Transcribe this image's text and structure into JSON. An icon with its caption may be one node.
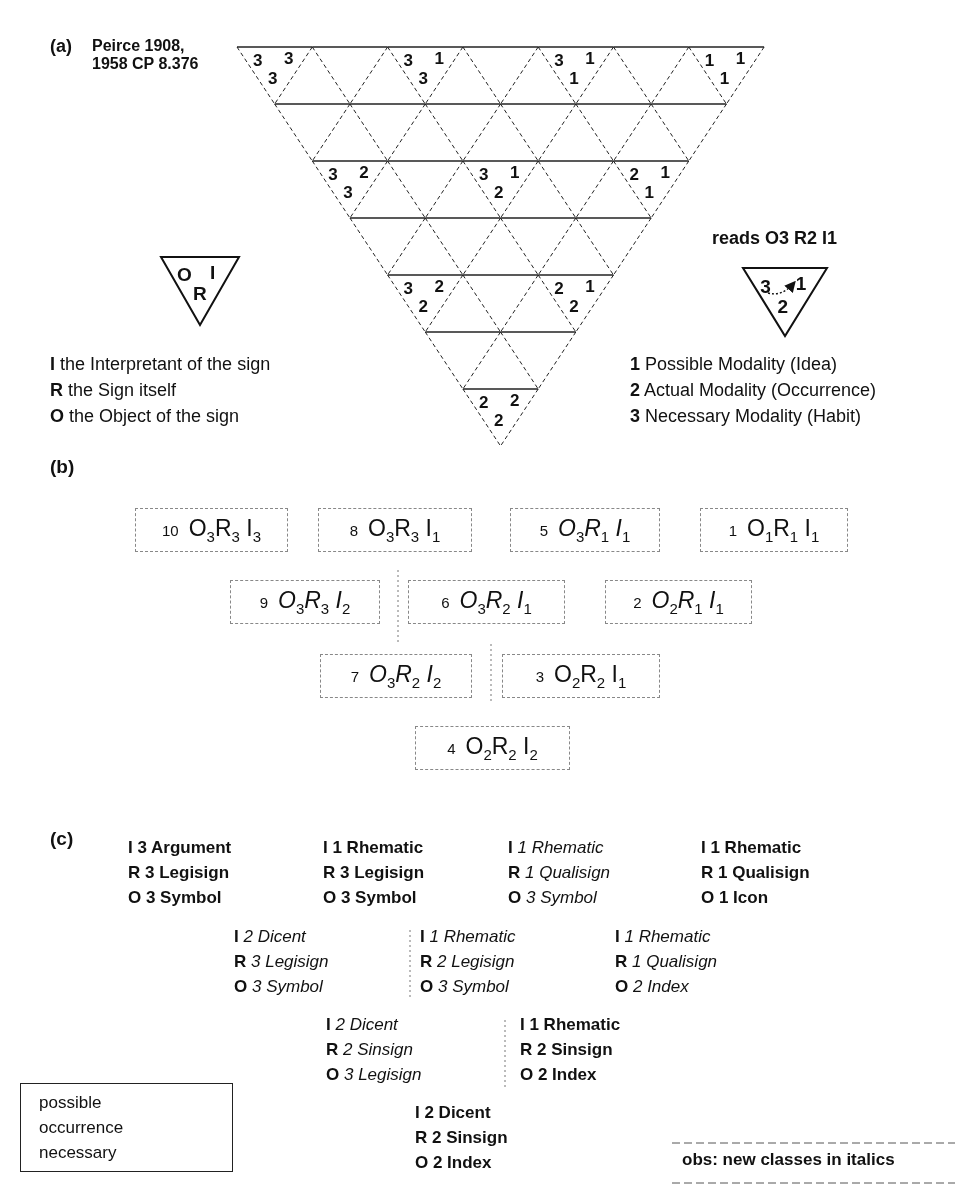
{
  "diagram": {
    "nodes": [
      {
        "text": [
          "3",
          "3",
          "3"
        ]
      },
      {
        "text": [
          "3",
          "1",
          "3"
        ]
      },
      {
        "text": [
          "3",
          "1",
          "1"
        ]
      },
      {
        "text": [
          "1",
          "1",
          "1"
        ]
      },
      {
        "text": [
          "3",
          "2",
          "3"
        ]
      },
      {
        "text": [
          "3",
          "1",
          "2"
        ]
      },
      {
        "text": [
          "2",
          "1",
          "1"
        ]
      },
      {
        "text": [
          "3",
          "2",
          "2"
        ]
      },
      {
        "text": [
          "2",
          "1",
          "2"
        ]
      },
      {
        "text": [
          "2",
          "2",
          "2"
        ]
      },
      {
        "text": [
          "O",
          "I",
          "R"
        ]
      },
      {
        "text": [
          "3",
          "1",
          "2"
        ]
      },
      {
        "text": [
          "10",
          "O$_{3}$R$_{3}$ I$_{3}$"
        ]
      },
      {
        "text": [
          "8",
          "O$_{3}$R$_{3}$ I$_{1}$"
        ]
      },
      {
        "text": [
          "5",
          "*O*$_{3}$*R*$_{1}$ *I*$_{1}$"
        ]
      },
      {
        "text": [
          "1",
          "O$_{1}$R$_{1}$ I$_{1}$"
        ]
      },
      {
        "text": [
          "9",
          "*O*$_{3}$*R*$_{3}$ *I*$_{2}$"
        ]
      },
      {
        "text": [
          "6",
          "*O*$_{3}$*R*$_{2}$ *I*$_{1}$"
        ]
      },
      {
        "text": [
          "2",
          "*O*$_{2}$*R*$_{1}$ *I*$_{1}$"
        ]
      },
      {
        "text": [
          "7",
          "*O*$_{3}$*R*$_{2}$ *I*$_{2}$"
        ]
      },
      {
        "text": [
          "3",
          "O$_{2}$R$_{2}$ I$_{1}$"
        ]
      },
      {
        "text": [
          "4",
          "O$_{2}$R$_{2}$ I$_{2}$"
        ]
      },
      {
        "text": [
          "possible",
          "occurrence",
          "necessary"
        ]
      }
    ],
    "labels": [
      "(a)",
      "Peirce 1908, 1958 CP 8.376",
      "reads O3 R2 I1",
      "**I** the Interpretant of the sign",
      "**R** the Sign itself",
      "**O** the Object of the sign",
      "**1** Possible Modality (Idea)",
      "**2** Actual Modality (Occurrence)",
      "**3** Necessary Modality (Habit)",
      "(b)",
      "(c)",
      "I 3 Argument",
      "R 3 Legisign",
      "O 3 Symbol",
      "I 1 Rhematic",
      "R 3 Legisign",
      "O 3 Symbol",
      "I *1 Rhematic*",
      "R *1 Qualisign*",
      "O *3 Symbol*",
      "I 1 Rhematic",
      "R 1 Qualisign",
      "O 1 Icon",
      "I *2 Dicent*",
      "R *3 Legisign*",
      "O *3 Symbol*",
      "I *1 Rhematic*",
      "R *2 Legisign*",
      "O *3 Symbol*",
      "I *1 Rhematic*",
      "R *1 Qualisign*",
      "O *2 Index*",
      "I *2 Dicent*",
      "R *2 Sinsign*",
      "O *3 Legisign*",
      "I 1 Rhematic",
      "R 2 Sinsign",
      "O 2 Index",
      "I 2 Dicent",
      "R 2 Sinsign",
      "O 2 Index",
      "obs: new classes in italics"
    ]
  }
}
